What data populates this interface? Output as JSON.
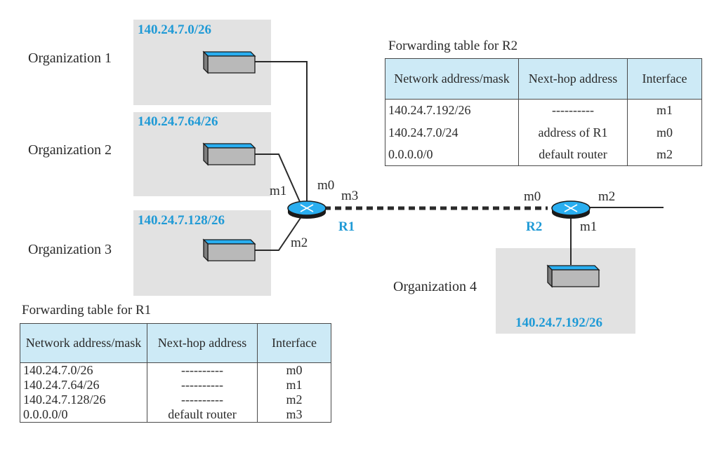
{
  "organizations": [
    {
      "label": "Organization 1",
      "network": "140.24.7.0/26"
    },
    {
      "label": "Organization 2",
      "network": "140.24.7.64/26"
    },
    {
      "label": "Organization 3",
      "network": "140.24.7.128/26"
    },
    {
      "label": "Organization 4",
      "network": "140.24.7.192/26"
    }
  ],
  "routers": {
    "r1": {
      "name": "R1",
      "ifaces": {
        "m0": "m0",
        "m1": "m1",
        "m2": "m2",
        "m3": "m3"
      }
    },
    "r2": {
      "name": "R2",
      "ifaces": {
        "m0": "m0",
        "m1": "m1",
        "m2": "m2"
      }
    }
  },
  "tables": {
    "r1": {
      "caption": "Forwarding table for R1",
      "headers": [
        "Network address/mask",
        "Next-hop address",
        "Interface"
      ],
      "rows": [
        [
          "140.24.7.0/26",
          "----------",
          "m0"
        ],
        [
          "140.24.7.64/26",
          "----------",
          "m1"
        ],
        [
          "140.24.7.128/26",
          "----------",
          "m2"
        ],
        [
          "0.0.0.0/0",
          "default router",
          "m3"
        ]
      ]
    },
    "r2": {
      "caption": "Forwarding table for R2",
      "headers": [
        "Network address/mask",
        "Next-hop address",
        "Interface"
      ],
      "rows": [
        [
          "140.24.7.192/26",
          "----------",
          "m1"
        ],
        [
          "140.24.7.0/24",
          "address of R1",
          "m0"
        ],
        [
          "0.0.0.0/0",
          "default router",
          "m2"
        ]
      ]
    }
  },
  "colors": {
    "accent": "#1f9ad6",
    "header_fill": "#cdeaf6",
    "org_box": "#e2e2e2",
    "router_top": "#29aef0"
  }
}
